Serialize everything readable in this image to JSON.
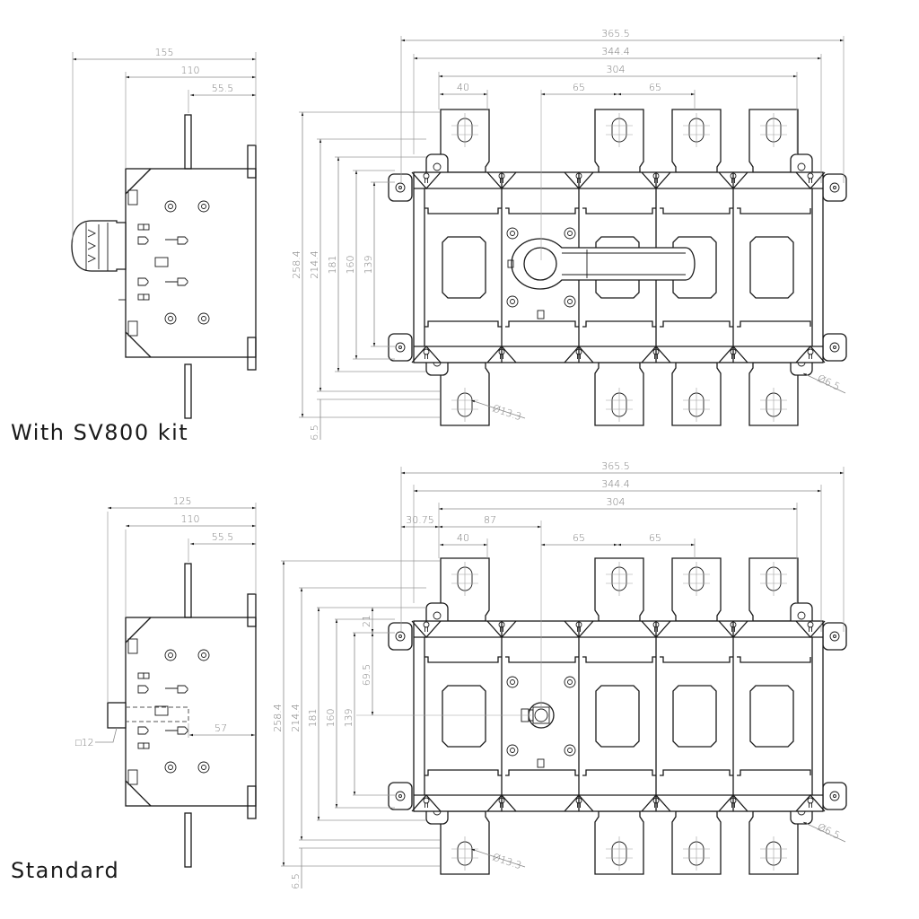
{
  "views": [
    {
      "id": "sv800",
      "title": "With SV800 kit",
      "side_view": {
        "widths": [
          "155",
          "110",
          "55.5"
        ]
      },
      "front_view": {
        "horizontal": [
          "365.5",
          "344.4",
          "304",
          "40",
          "65",
          "65"
        ],
        "vertical": [
          "258.4",
          "214.4",
          "181",
          "160",
          "139",
          "6.5"
        ],
        "hole_large": "Ø13.3",
        "hole_small": "Ø6.5"
      }
    },
    {
      "id": "standard",
      "title": "Standard",
      "side_view": {
        "widths": [
          "125",
          "110",
          "55.5"
        ],
        "shaft_offset": "57",
        "shaft_square": "□12"
      },
      "front_view": {
        "horizontal": [
          "365.5",
          "344.4",
          "304",
          "30.75",
          "87",
          "40",
          "65",
          "65"
        ],
        "vertical": [
          "258.4",
          "214.4",
          "181",
          "160",
          "139",
          "21",
          "69.5",
          "6.5"
        ],
        "hole_large": "Ø13.3",
        "hole_small": "Ø6.5"
      }
    }
  ]
}
